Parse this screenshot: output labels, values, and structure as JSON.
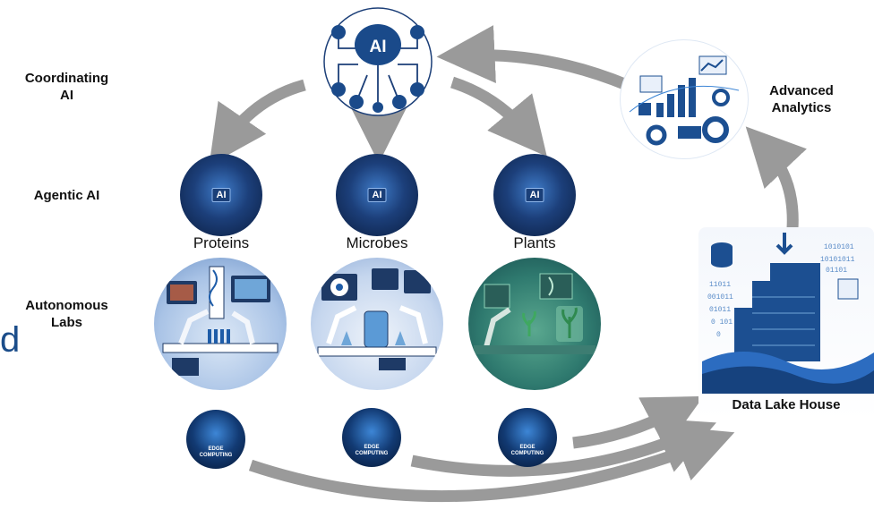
{
  "title": "",
  "left_labels": {
    "coordinating": "Coordinating\nAI",
    "agentic": "Agentic AI",
    "autonomous": "Autonomous\nLabs"
  },
  "central_ai": {
    "text": "AI"
  },
  "domains": [
    {
      "name": "Proteins",
      "ai_badge": "AI",
      "edge_label": "EDGE\nCOMPUTING"
    },
    {
      "name": "Microbes",
      "ai_badge": "AI",
      "edge_label": "EDGE\nCOMPUTING"
    },
    {
      "name": "Plants",
      "ai_badge": "AI",
      "edge_label": "EDGE\nCOMPUTING"
    }
  ],
  "analytics": {
    "label": "Advanced\nAnalytics"
  },
  "data_lake": {
    "label": "Data Lake House",
    "binary_left": [
      "11011",
      "001011",
      "01011",
      "0 101",
      "0"
    ],
    "binary_right": [
      "1010101",
      "10101011",
      "01101"
    ]
  },
  "cutoff_text": "d",
  "colors": {
    "arrow": "#9a9a9a",
    "primary_blue": "#1c4f91",
    "dark_blue": "#0a1c3d"
  }
}
